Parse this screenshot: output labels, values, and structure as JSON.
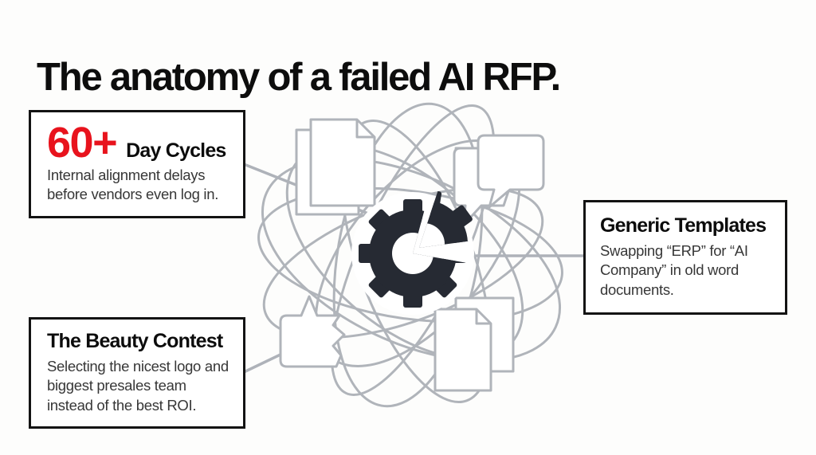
{
  "title": "The anatomy of a failed AI RFP.",
  "callouts": {
    "day_cycles": {
      "stat": "60+",
      "heading": "Day Cycles",
      "body": "Internal alignment delays before vendors even log in."
    },
    "generic_templates": {
      "heading": "Generic Templates",
      "body": "Swapping “ERP” for “AI Company” in old word documents."
    },
    "beauty_contest": {
      "heading": "The Beauty Contest",
      "body": "Selecting the nicest logo and biggest presales team instead of the best ROI."
    }
  },
  "graphic": {
    "description": "Tangle of gray looping lines with document and cracked speech-bubble icons surrounding a broken gear",
    "icons": [
      "document-stack-icon",
      "broken-speech-bubbles-icon",
      "broken-gear-icon",
      "document-stack-icon"
    ],
    "colors": {
      "accent_red": "#e8131d",
      "line_gray": "#b0b4ba",
      "gear_dark": "#262a33",
      "border_black": "#131313",
      "body_text": "#373737",
      "background": "#fdfdfc"
    }
  }
}
